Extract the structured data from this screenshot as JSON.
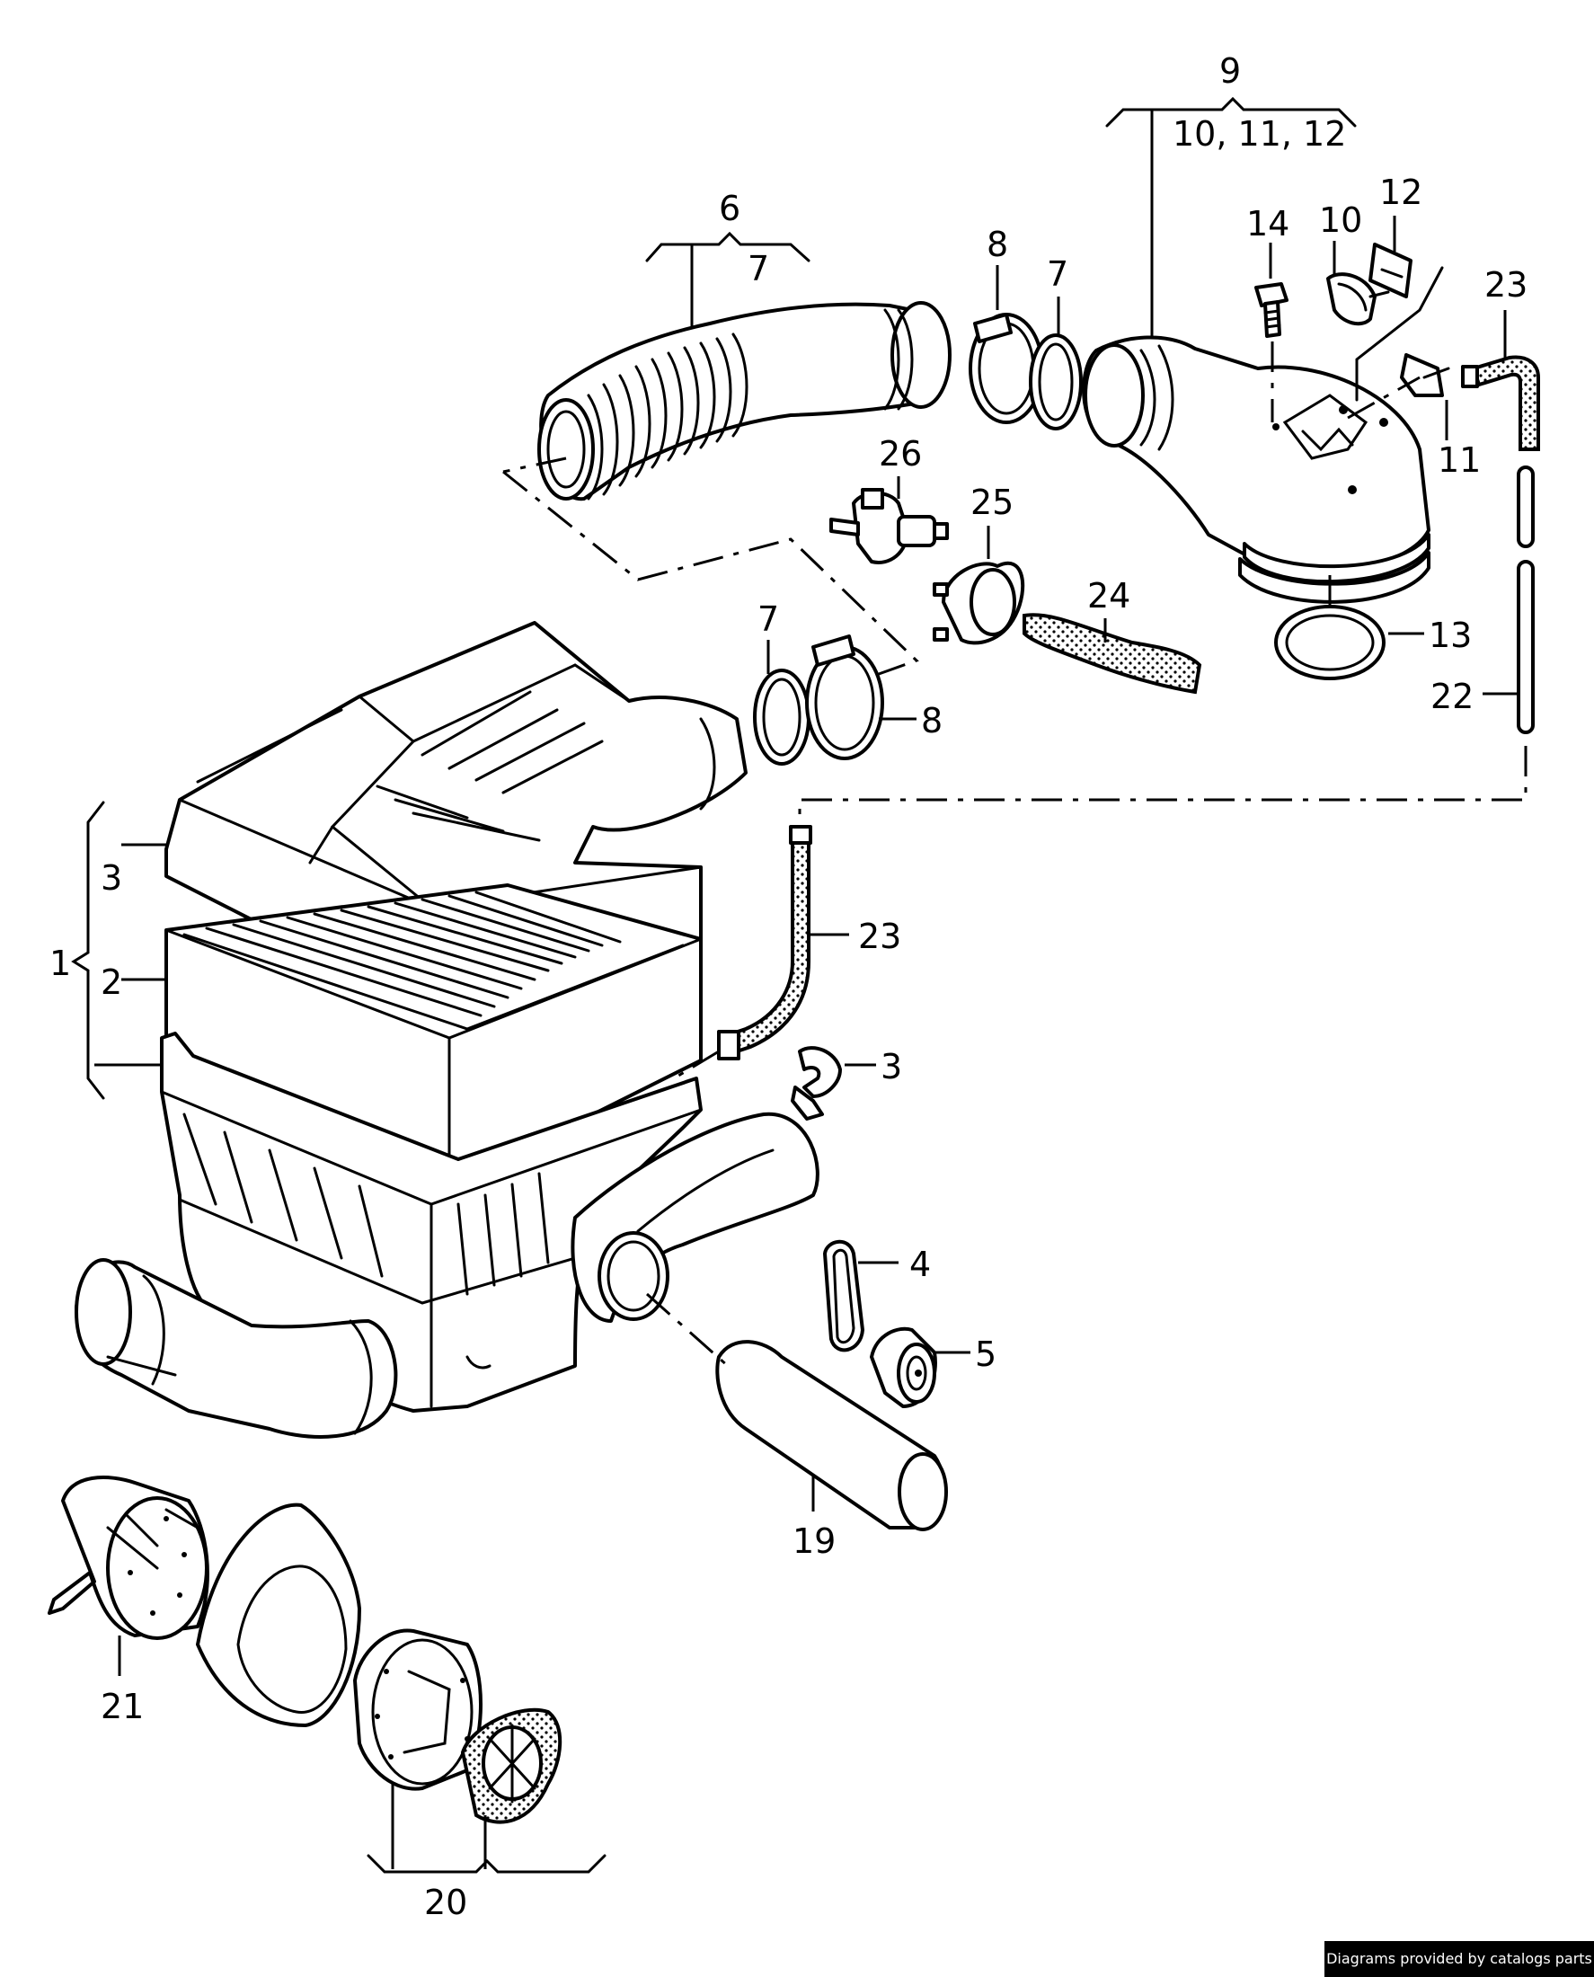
{
  "callouts": {
    "c1": "1",
    "c2": "2",
    "c3a": "3",
    "c3b": "3",
    "c4": "4",
    "c5": "5",
    "c6": "6",
    "c7a": "7",
    "c7b": "7",
    "c7c": "7",
    "c8a": "8",
    "c8b": "8",
    "c9": "9",
    "c9sub": "10, 11, 12",
    "c10": "10",
    "c11": "11",
    "c12": "12",
    "c13": "13",
    "c14": "14",
    "c19": "19",
    "c20": "20",
    "c21": "21",
    "c22": "22",
    "c23a": "23",
    "c23b": "23",
    "c24": "24",
    "c25": "25",
    "c26": "26"
  },
  "credit": "Diagrams provided by catalogs parts"
}
